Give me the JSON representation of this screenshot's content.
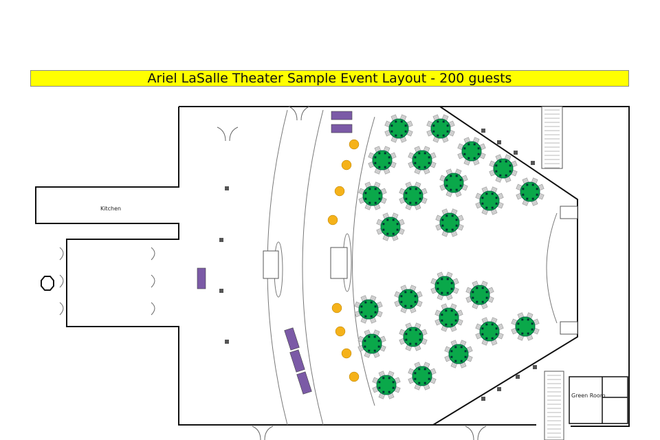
{
  "title": "Ariel LaSalle Theater Sample Event Layout - 200 guests",
  "rooms": {
    "kitchen": "Kitchen",
    "green_room": "Green Room"
  },
  "colors": {
    "table": "#0aa84a",
    "chair": "#cfcfcf",
    "cocktail": "#f5b21a",
    "buffet": "#7b5aa6",
    "banner": "#ffff00"
  },
  "seating": {
    "tables": 25,
    "seats_per_table": 8
  }
}
